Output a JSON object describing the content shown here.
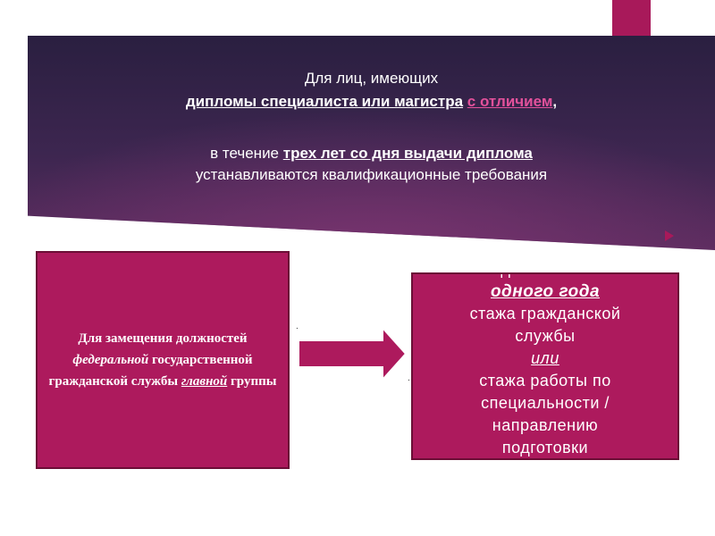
{
  "banner": {
    "line1": "Для лиц, имеющих",
    "line2_main": "дипломы специалиста или магистра",
    "line2_honor": "с отличием",
    "line2_comma": ",",
    "line3_pre": "в течение ",
    "line3_under": "трех лет со дня выдачи диплома",
    "line4": "устанавливаются квалификационные требования"
  },
  "left_box": {
    "part1": "Для замещения должностей",
    "part2_italic": "федеральной",
    "part3": "государственной гражданской службы",
    "part4_italic": "главной",
    "part5": "группы"
  },
  "right_box": {
    "lines": [
      "достаточно",
      "одного года",
      "стажа гражданской",
      "службы",
      "или",
      "стажа работы по",
      "специальности /",
      "направлению",
      "подготовки"
    ]
  },
  "colors": {
    "box_fill": "#ad1a5d",
    "accent": "#a8195a",
    "banner_dark": "#2a1f40",
    "honor_text": "#e2519b"
  }
}
